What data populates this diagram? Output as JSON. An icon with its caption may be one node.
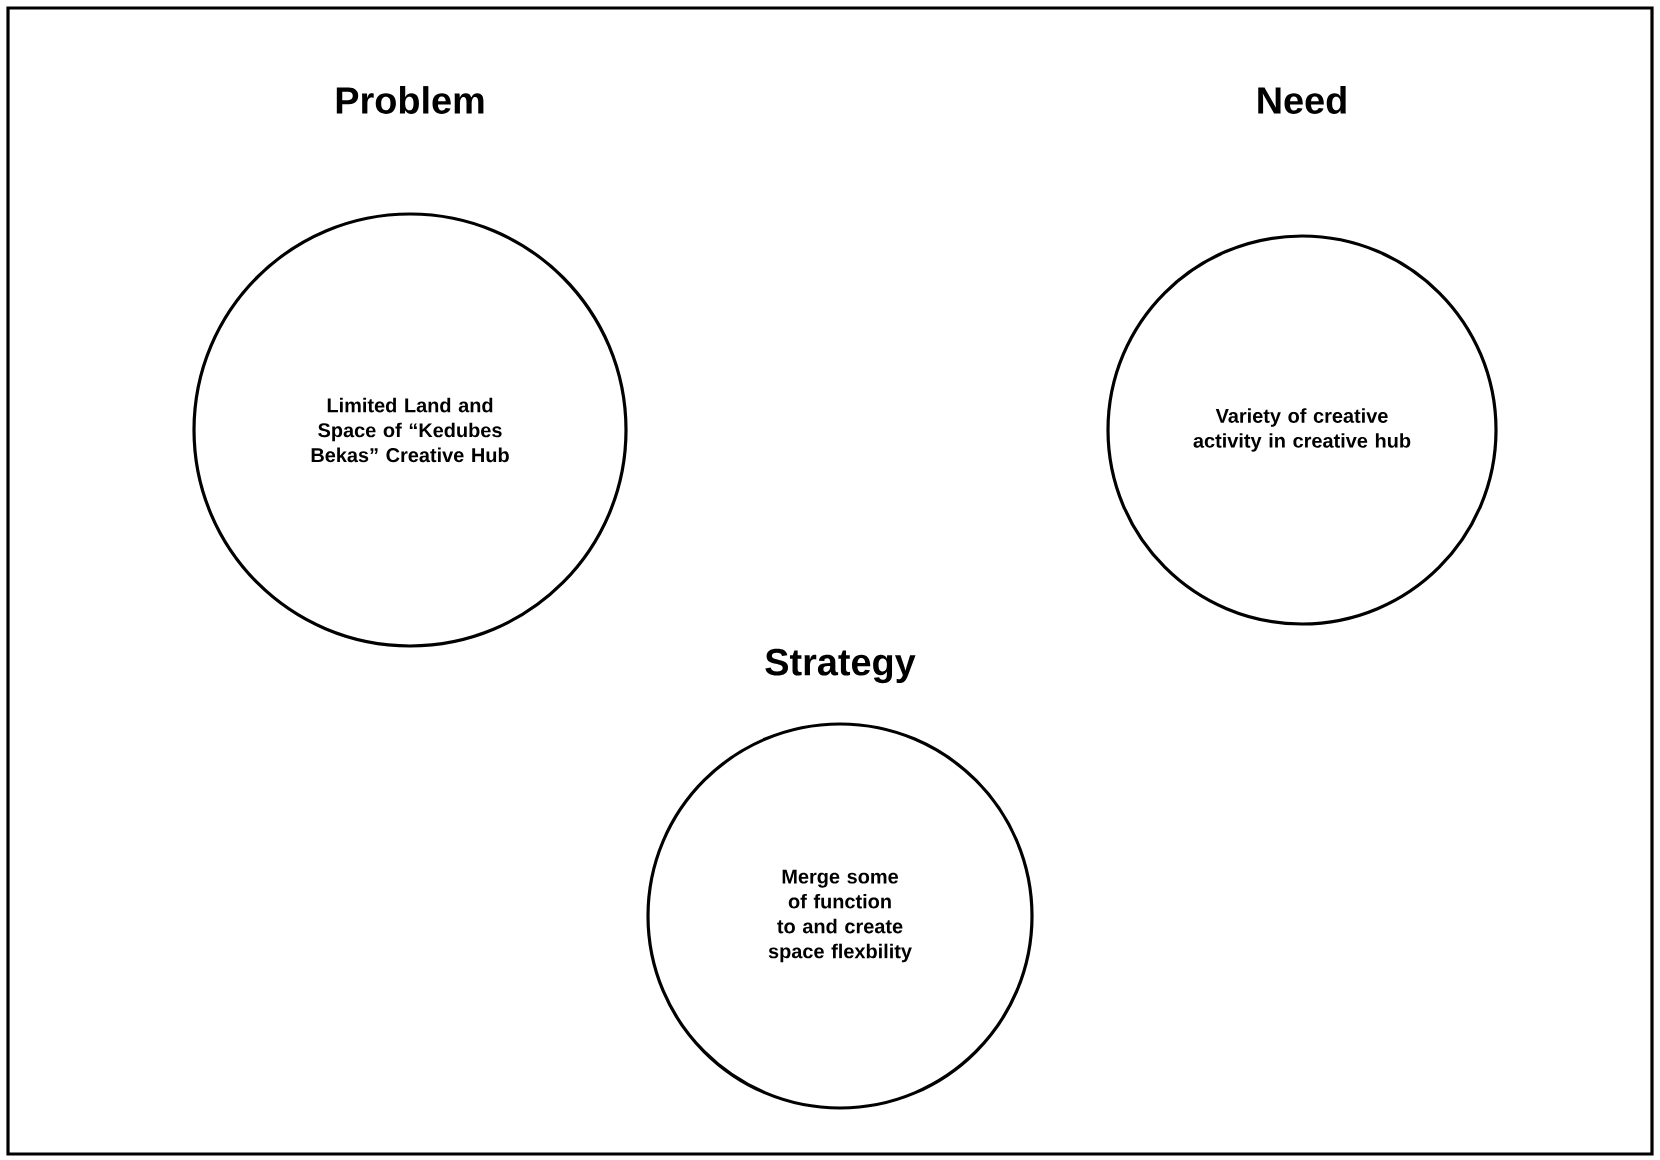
{
  "diagram": {
    "nodes": [
      {
        "text": [
          "Problem",
          "Limited Land and Space of “Kedubes Bekas” Creative Hub"
        ]
      },
      {
        "text": [
          "Need",
          "Variety of creative activity in creative hub"
        ]
      },
      {
        "text": [
          "Strategy",
          "Merge some of function to and create space flexbility"
        ]
      }
    ]
  }
}
